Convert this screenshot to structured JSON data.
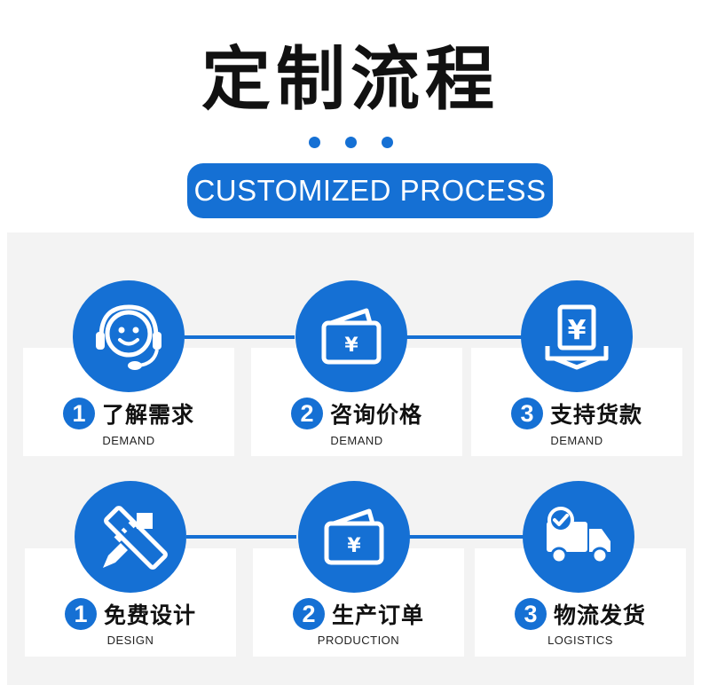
{
  "header": {
    "title": "定制流程",
    "subtitle": "CUSTOMIZED PROCESS"
  },
  "colors": {
    "accent": "#1570d4",
    "panel": "#f3f3f3",
    "text": "#111111"
  },
  "rows": [
    {
      "steps": [
        {
          "number": "1",
          "label": "了解需求",
          "sub": "DEMAND",
          "icon": "headset-smiley-icon"
        },
        {
          "number": "2",
          "label": "咨询价格",
          "sub": "DEMAND",
          "icon": "wallet-yen-icon"
        },
        {
          "number": "3",
          "label": "支持货款",
          "sub": "DEMAND",
          "icon": "yen-payment-tray-icon"
        }
      ]
    },
    {
      "steps": [
        {
          "number": "1",
          "label": "免费设计",
          "sub": "DESIGN",
          "icon": "ruler-pencil-icon"
        },
        {
          "number": "2",
          "label": "生产订单",
          "sub": "PRODUCTION",
          "icon": "wallet-yen-icon"
        },
        {
          "number": "3",
          "label": "物流发货",
          "sub": "LOGISTICS",
          "icon": "delivery-truck-icon"
        }
      ]
    }
  ]
}
